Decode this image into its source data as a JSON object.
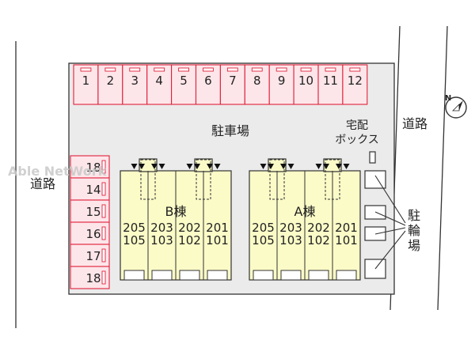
{
  "watermark": "Able NetWork",
  "labels": {
    "parking": "駐車場",
    "delivery_line1": "宅配",
    "delivery_line2": "ボックス",
    "road_left": "道路",
    "road_right": "道路",
    "bicycle_chars": [
      "駐",
      "輪",
      "場"
    ]
  },
  "parking_top": [
    "1",
    "2",
    "3",
    "4",
    "5",
    "6",
    "7",
    "8",
    "9",
    "10",
    "11",
    "12"
  ],
  "parking_left": [
    "18",
    "14",
    "15",
    "16",
    "17",
    "18"
  ],
  "buildings": [
    {
      "name": "B棟",
      "upper_units": [
        "205",
        "203",
        "202",
        "201"
      ],
      "lower_units": [
        "105",
        "103",
        "102",
        "101"
      ]
    },
    {
      "name": "A棟",
      "upper_units": [
        "205",
        "203",
        "202",
        "201"
      ],
      "lower_units": [
        "105",
        "103",
        "102",
        "101"
      ]
    }
  ],
  "colors": {
    "parking_fill": "#fde6ea",
    "parking_stroke": "#e0203a",
    "building_fill": "#fbfbc8",
    "lot_fill": "#ebebeb",
    "line": "#333333",
    "watermark": "#cfcfcf"
  },
  "icons": {
    "compass": "north-arrow-icon"
  }
}
